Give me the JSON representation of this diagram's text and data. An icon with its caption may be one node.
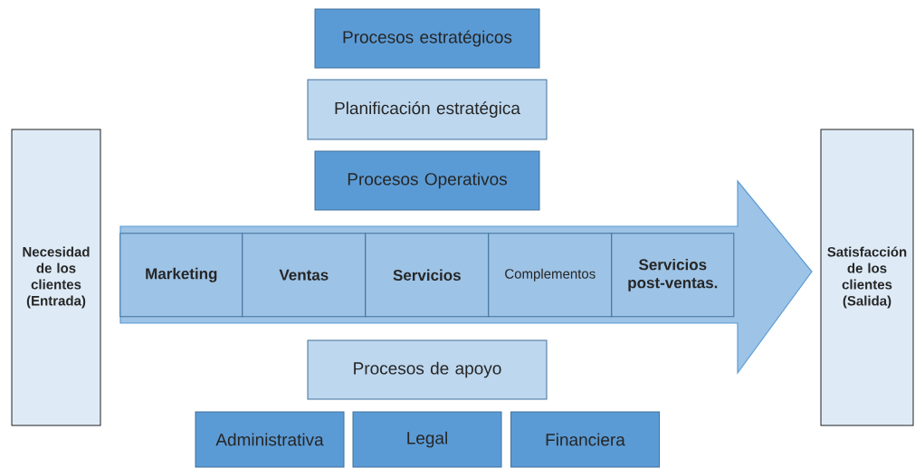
{
  "diagram": {
    "nodes": [
      {
        "text": [
          "Procesos estratégicos"
        ]
      },
      {
        "text": [
          "Planificación estratégica"
        ]
      },
      {
        "text": [
          "Procesos Operativos"
        ]
      },
      {
        "text": [
          "Necesidad de los clientes (Entrada)"
        ]
      },
      {
        "text": [],
        "shape": "arrow"
      },
      {
        "text": [
          "Marketing"
        ],
        "in": 4
      },
      {
        "text": [
          "Ventas"
        ],
        "in": 4
      },
      {
        "text": [
          "Servicios"
        ],
        "in": 4
      },
      {
        "text": [
          "Complementos"
        ],
        "in": 4
      },
      {
        "text": [
          "Servicios post-ventas."
        ],
        "in": 4
      },
      {
        "text": [
          "Satisfacción de los clientes (Salida)"
        ]
      },
      {
        "text": [
          "Procesos de apoyo"
        ]
      },
      {
        "text": [
          "Administrativa"
        ]
      },
      {
        "text": [
          "Legal"
        ]
      },
      {
        "text": [
          "Financiera"
        ]
      }
    ]
  }
}
